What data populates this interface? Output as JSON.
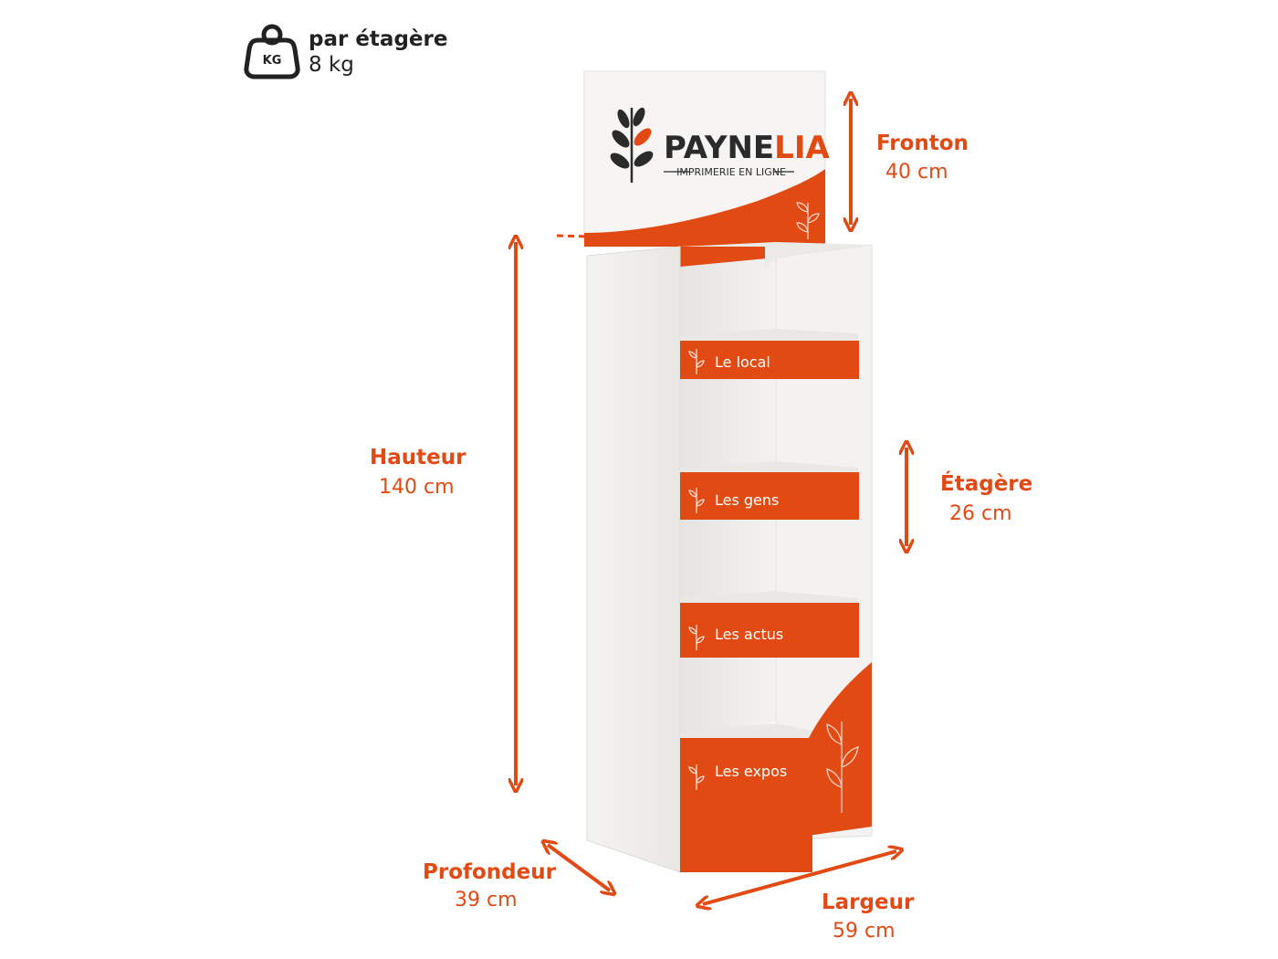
{
  "weight": {
    "label": "par étagère",
    "value": "8 kg",
    "icon": "kg-weight-icon",
    "icon_text": "KG"
  },
  "brand": {
    "name_part1": "PAYNE",
    "name_part2": "LIA",
    "tagline": "IMPRIMERIE EN LIGNE"
  },
  "shelves": [
    {
      "label": "Le local"
    },
    {
      "label": "Les gens"
    },
    {
      "label": "Les actus"
    },
    {
      "label": "Les expos"
    }
  ],
  "dimensions": {
    "fronton": {
      "label": "Fronton",
      "value": "40 cm"
    },
    "hauteur": {
      "label": "Hauteur",
      "value": "140 cm"
    },
    "etagere": {
      "label": "Étagère",
      "value": "26 cm"
    },
    "profondeur": {
      "label": "Profondeur",
      "value": "39 cm"
    },
    "largeur": {
      "label": "Largeur",
      "value": "59 cm"
    }
  },
  "colors": {
    "accent": "#e24a14",
    "dark": "#222222",
    "panel": "#f2f1ef"
  }
}
